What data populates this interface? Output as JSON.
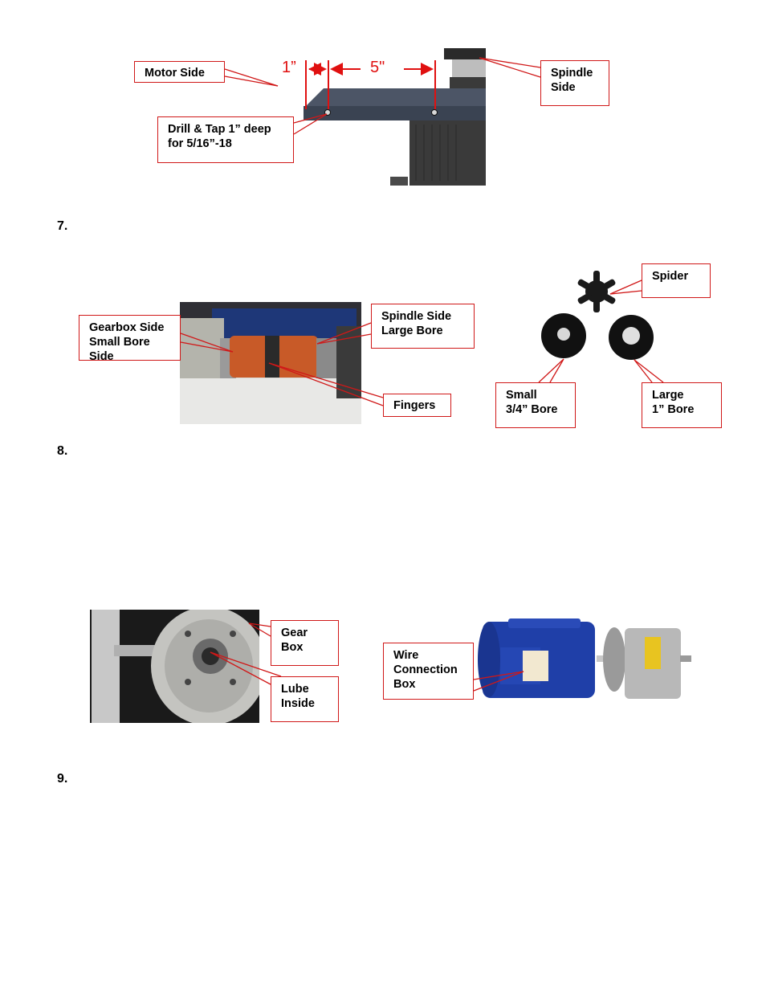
{
  "figure1": {
    "dim_left": "1”",
    "dim_right": "5\"",
    "label_motor_side": "Motor Side",
    "label_spindle_side": "Spindle\nSide",
    "label_drill_tap": "Drill & Tap 1” deep\nfor 5/16”-18"
  },
  "step7": {
    "number": "7.",
    "label_gearbox_side": "Gearbox Side\nSmall Bore\nSide",
    "label_spindle_large": "Spindle Side\nLarge Bore",
    "label_fingers": "Fingers",
    "label_spider": "Spider",
    "label_small_bore": "Small\n3/4” Bore",
    "label_large_bore": "Large\n1” Bore"
  },
  "step8": {
    "number": "8.",
    "label_gear_box": "Gear\nBox",
    "label_lube_inside": "Lube\nInside",
    "label_wire_box": "Wire\nConnection\nBox"
  },
  "step9": {
    "number": "9."
  },
  "colors": {
    "callout_border": "#d01818",
    "dimension": "#e01010",
    "motor_blue": "#1f3fa8"
  }
}
